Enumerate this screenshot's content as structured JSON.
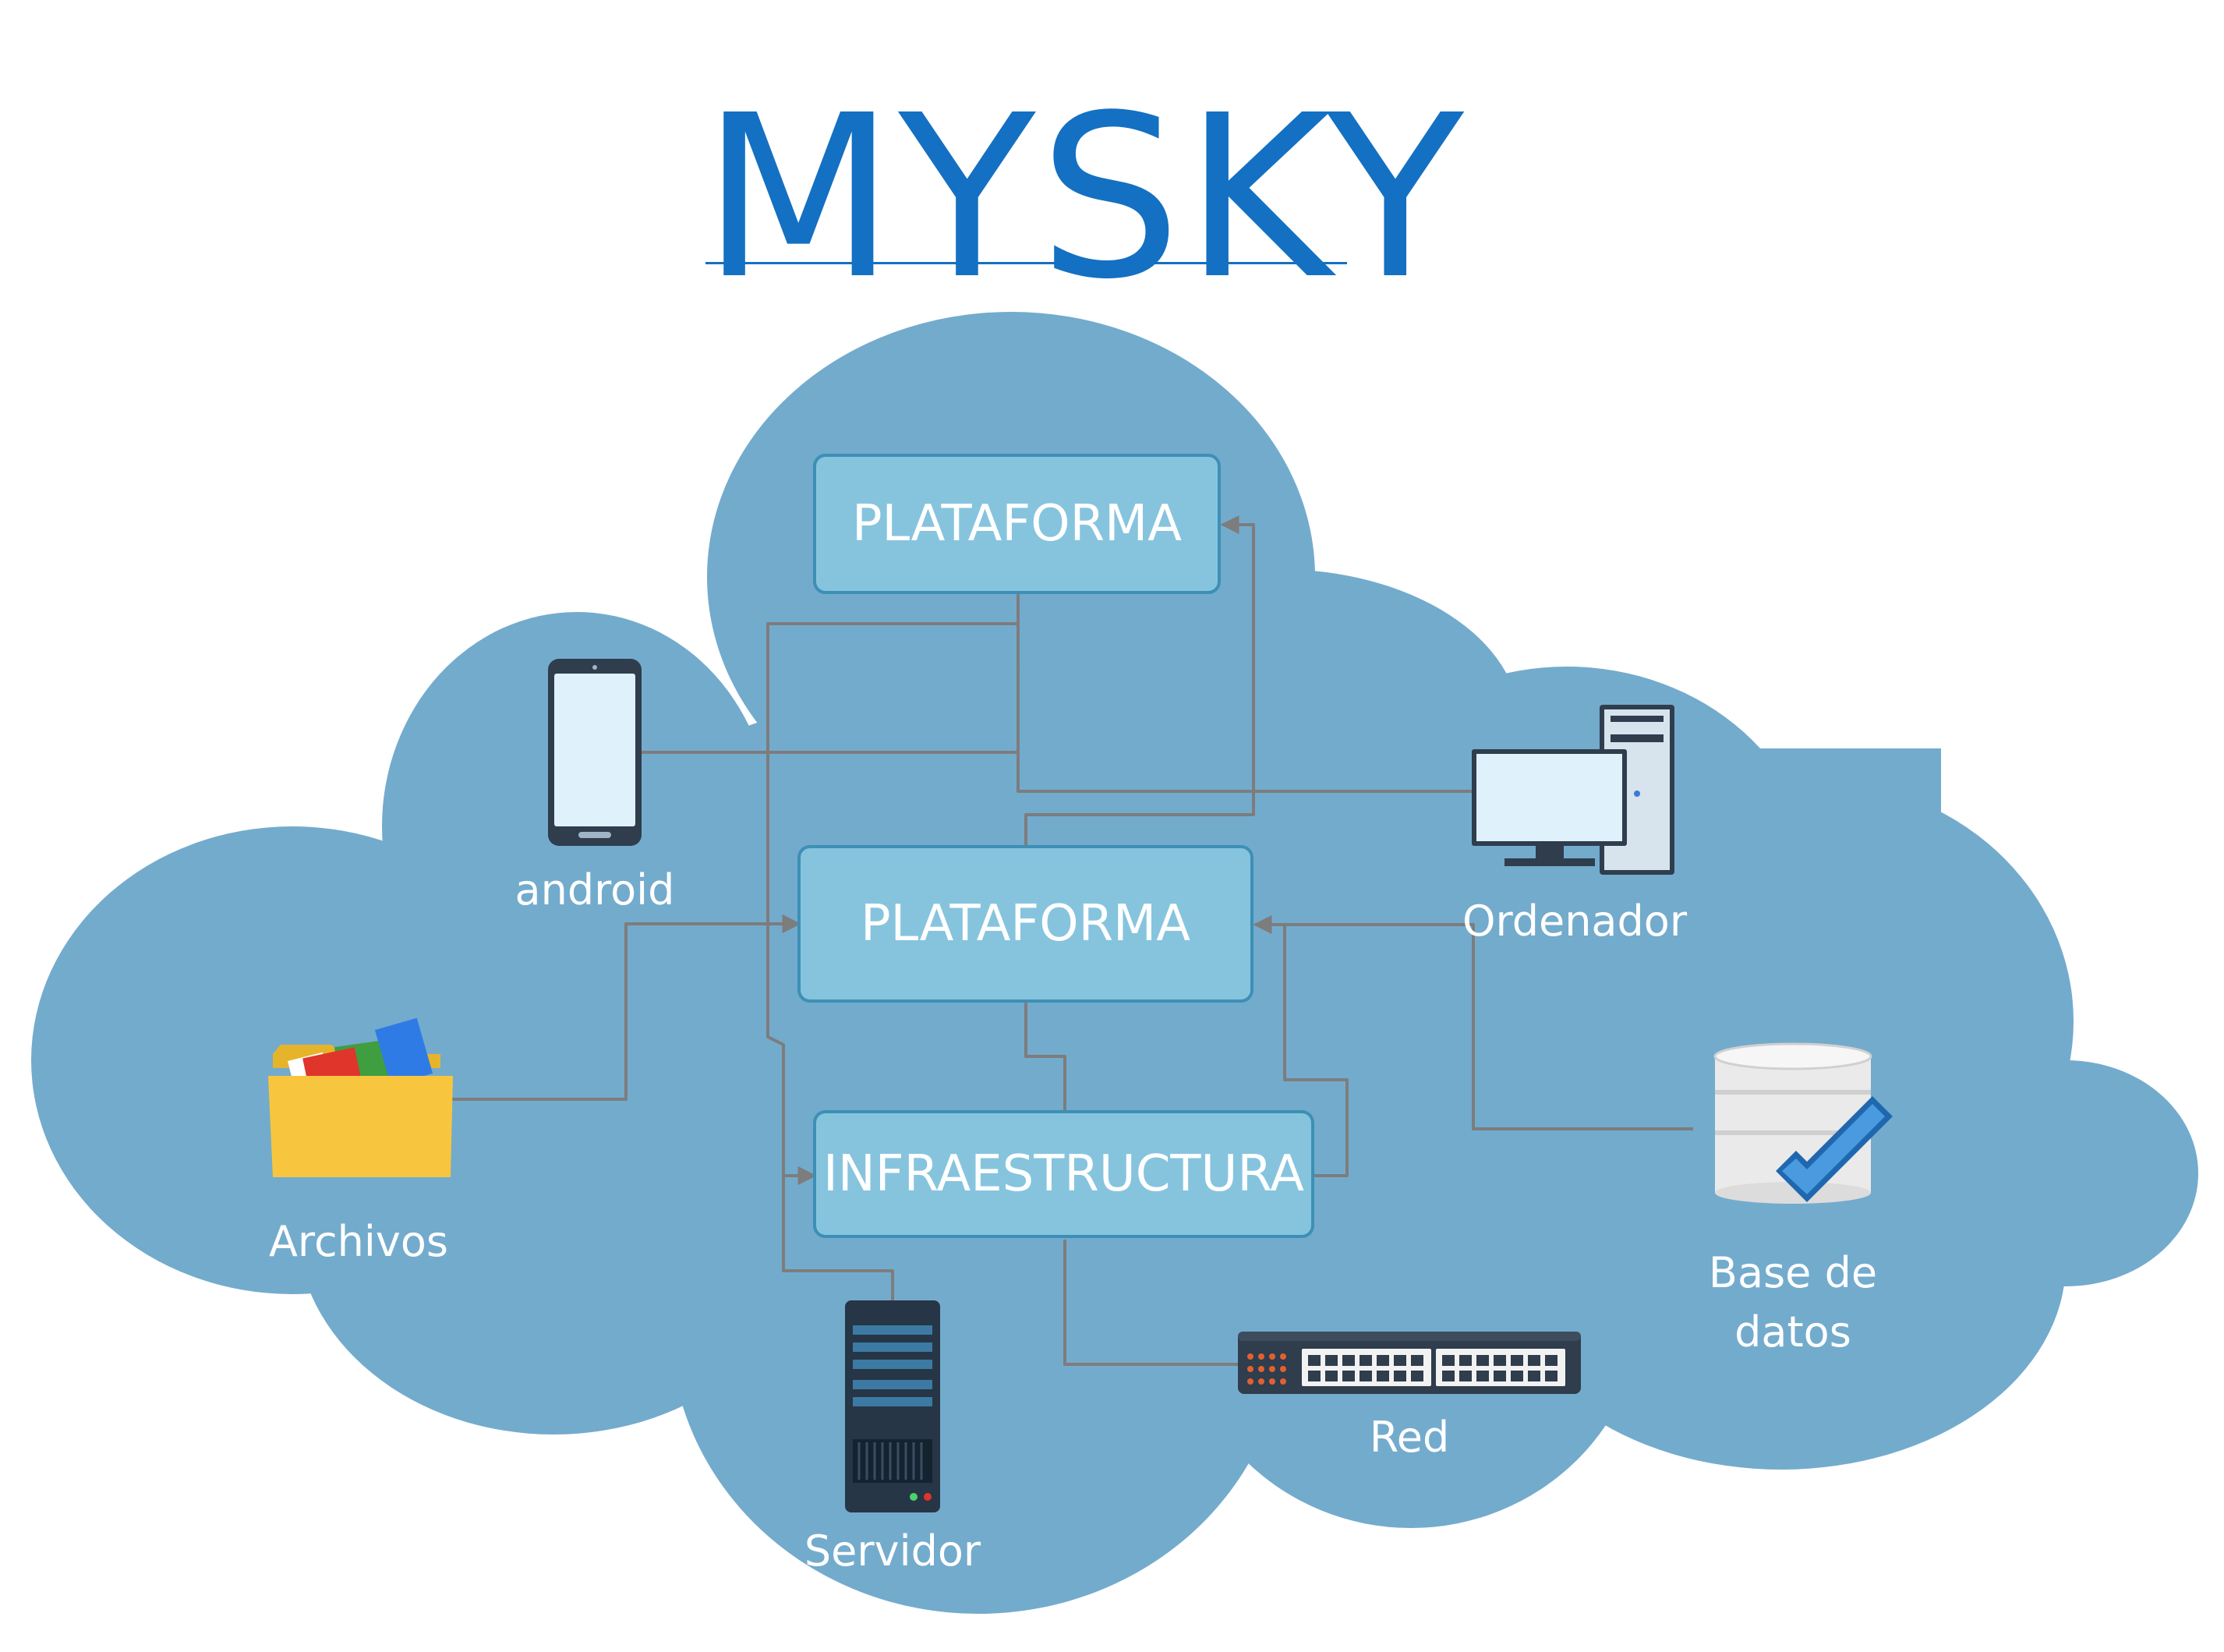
{
  "title": "MYSKY",
  "colors": {
    "cloud": "#73abcd",
    "box_fill": "#86c4de",
    "box_border": "#3d8fb5",
    "title": "#1470c2",
    "connector": "#7d7d7d"
  },
  "boxes": {
    "top": "PLATAFORMA",
    "middle": "PLATAFORMA",
    "bottom": "INFRAESTRUCTURA"
  },
  "nodes": {
    "android": {
      "label": "android",
      "icon": "smartphone-icon"
    },
    "computer": {
      "label": "Ordenador",
      "icon": "desktop-computer-icon"
    },
    "files": {
      "label": "Archivos",
      "icon": "folder-icon"
    },
    "database": {
      "label_line1": "Base de",
      "label_line2": "datos",
      "icon": "database-check-icon"
    },
    "server": {
      "label": "Servidor",
      "icon": "server-rack-icon"
    },
    "network": {
      "label": "Red",
      "icon": "network-switch-icon"
    }
  }
}
